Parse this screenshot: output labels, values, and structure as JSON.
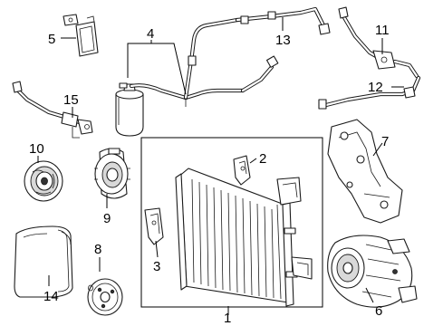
{
  "diagram": {
    "callouts": {
      "c1": "1",
      "c2": "2",
      "c3": "3",
      "c4": "4",
      "c5": "5",
      "c6": "6",
      "c7": "7",
      "c8": "8",
      "c9": "9",
      "c10": "10",
      "c11": "11",
      "c12": "12",
      "c13": "13",
      "c14": "14",
      "c15": "15"
    },
    "parts": {
      "p1": "condenser",
      "p2": "bracket",
      "p3": "bracket",
      "p4": "accumulator with hoses",
      "p5": "seal/clamp",
      "p6": "compressor",
      "p7": "compressor bracket",
      "p8": "clutch hub",
      "p9": "pulley",
      "p10": "clutch plate",
      "p11": "hose",
      "p12": "hose",
      "p13": "discharge line",
      "p14": "shield",
      "p15": "liquid line"
    }
  }
}
